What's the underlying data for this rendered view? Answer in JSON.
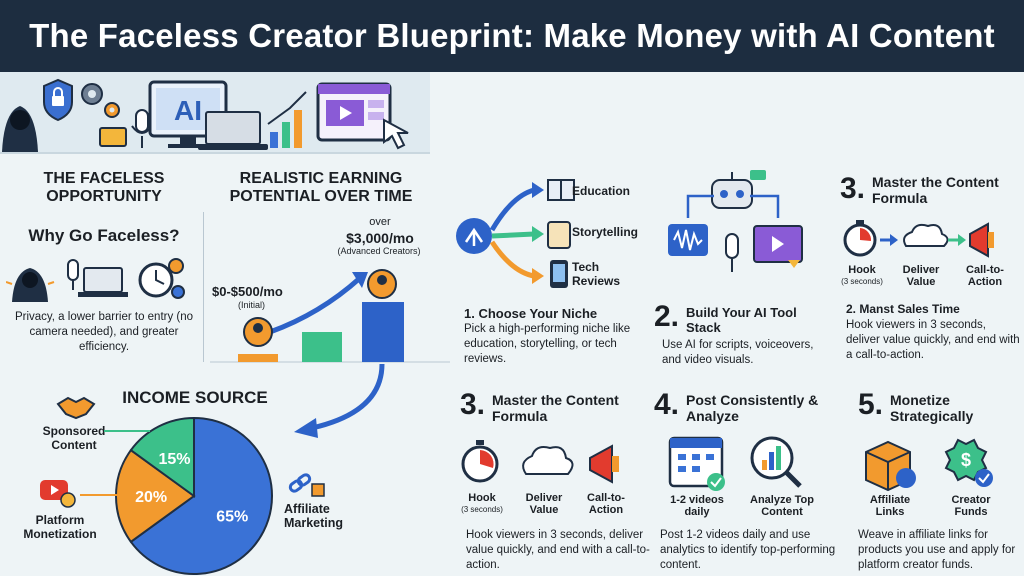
{
  "title": "The Faceless Creator Blueprint: Make Money with AI Content",
  "banner": {
    "ai_label": "AI"
  },
  "opportunity": {
    "heading": "THE FACELESS OPPORTUNITY",
    "why": "Why Go Faceless?",
    "text": "Privacy, a lower barrier to entry (no camera needed), and greater efficiency."
  },
  "earning": {
    "heading": "REALISTIC EARNING POTENTIAL OVER TIME",
    "low_value": "$0-$500/mo",
    "low_note": "(Initial)",
    "high_over": "over",
    "high_value": "$3,000/mo",
    "high_note": "(Advanced Creators)"
  },
  "income": {
    "heading": "INCOME SOURCE",
    "slices": [
      {
        "label": "65%",
        "value": 65,
        "color": "#3a72d6"
      },
      {
        "label": "20%",
        "value": 20,
        "color": "#f29a2e"
      },
      {
        "label": "15%",
        "value": 15,
        "color": "#3cc08a"
      }
    ],
    "sponsored": "Sponsored Content",
    "platform": "Platform Monetization",
    "affiliate": "Affiliate Marketing"
  },
  "niche": {
    "items": [
      "Education",
      "Storytelling",
      "Tech Reviews"
    ],
    "heading": "1. Choose Your Niche",
    "text": "Pick a high-performing niche like education, storytelling, or tech reviews."
  },
  "stack": {
    "num": "2.",
    "heading": "Build Your AI Tool Stack",
    "text": "Use AI for scripts, voiceovers, and video visuals."
  },
  "formula_top": {
    "num": "3.",
    "heading": "Master the Content Formula",
    "hook": "Hook",
    "hook_note": "(3 seconds)",
    "deliver": "Deliver Value",
    "cta": "Call-to-Action",
    "sub": "2. Manst Sales Time",
    "text": "Hook viewers in 3 seconds, deliver value quickly, and end with a call-to-action."
  },
  "formula_bottom": {
    "num": "3.",
    "heading": "Master the Content Formula",
    "hook": "Hook",
    "hook_note": "(3 seconds)",
    "deliver": "Deliver Value",
    "cta": "Call-to-Action",
    "text": "Hook viewers in 3 seconds, deliver value quickly, and end with a call-to-action."
  },
  "post": {
    "num": "4.",
    "heading": "Post Consistently & Analyze",
    "daily": "1-2 videos daily",
    "analyze": "Analyze Top Content",
    "text": "Post 1-2 videos daily and use analytics to identify top-performing content."
  },
  "monetize": {
    "num": "5.",
    "heading": "Monetize Strategically",
    "affiliate": "Affiliate Links",
    "funds": "Creator Funds",
    "text": "Weave in affiliate links for products you use and apply for platform creator funds."
  }
}
